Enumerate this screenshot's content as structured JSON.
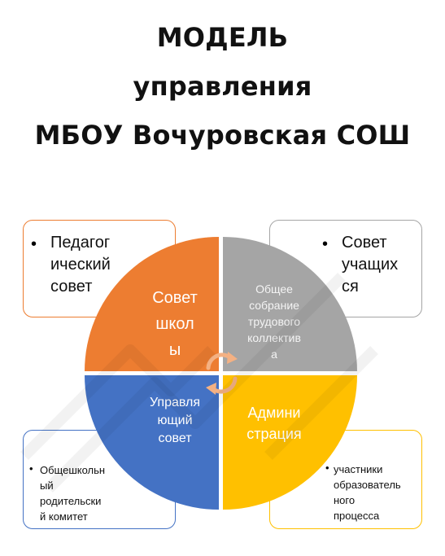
{
  "title": {
    "line1": "МОДЕЛЬ",
    "line2": "управления",
    "line3": "МБОУ Вочуровская СОШ"
  },
  "quadrants": {
    "top_left": "Совет\nшкол\nы",
    "top_right": "Общее\nсобрание\nтрудового\nколлектив\nа",
    "bottom_left": "Управля\nющий\nсовет",
    "bottom_right": "Админи\nстрация"
  },
  "corner_boxes": {
    "top_left": "Педагог\nический\nсовет",
    "top_right": "Совет\nучащих\nся",
    "bottom_left": "Общешкольн\nый\nродительски\nй комитет",
    "bottom_right": "участники\nобразователь\nного\nпроцесса"
  },
  "colors": {
    "orange": "#ED7D31",
    "gray": "#A5A5A5",
    "blue": "#4472C4",
    "gold": "#FFC000"
  }
}
